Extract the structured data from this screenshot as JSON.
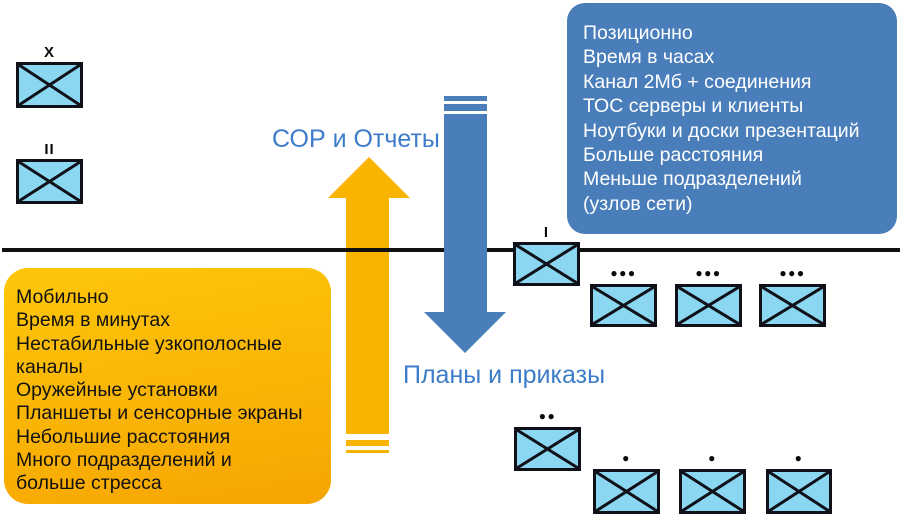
{
  "panels": {
    "blue": {
      "lines": [
        "Позиционно",
        "Время в часах",
        "Канал 2Мб + соединения",
        "ТОС серверы и клиенты",
        "Ноутбуки и доски презентаций",
        "Больше расстояния",
        "Меньше подразделений",
        "(узлов сети)"
      ]
    },
    "orange": {
      "lines": [
        "Мобильно",
        "Время в минутах",
        "Нестабильные узкополосные",
        "каналы",
        "Оружейные установки",
        "Планшеты и сенсорные экраны",
        "Небольшие расстояния",
        "Много подразделений и",
        "больше стресса"
      ]
    }
  },
  "labels": {
    "up_arrow": "СОР и Отчеты",
    "down_arrow": "Планы и приказы"
  },
  "units": [
    {
      "echelon": "X"
    },
    {
      "echelon": "II"
    },
    {
      "echelon": "I"
    },
    {
      "echelon": "●●●"
    },
    {
      "echelon": "●●●"
    },
    {
      "echelon": "●●●"
    },
    {
      "echelon": "●●"
    },
    {
      "echelon": "●"
    },
    {
      "echelon": "●"
    },
    {
      "echelon": "●"
    }
  ],
  "colors": {
    "panel_blue": "#4A7EBB",
    "panel_orange_top": "#FDC70A",
    "panel_orange_bottom": "#F6A502",
    "arrow_yellow": "#F9B301",
    "arrow_blue": "#4A7EBB",
    "label_blue": "#3D7CC9",
    "unit_fill": "#8BD7F2",
    "unit_border": "#101018",
    "divider": "#111111"
  }
}
